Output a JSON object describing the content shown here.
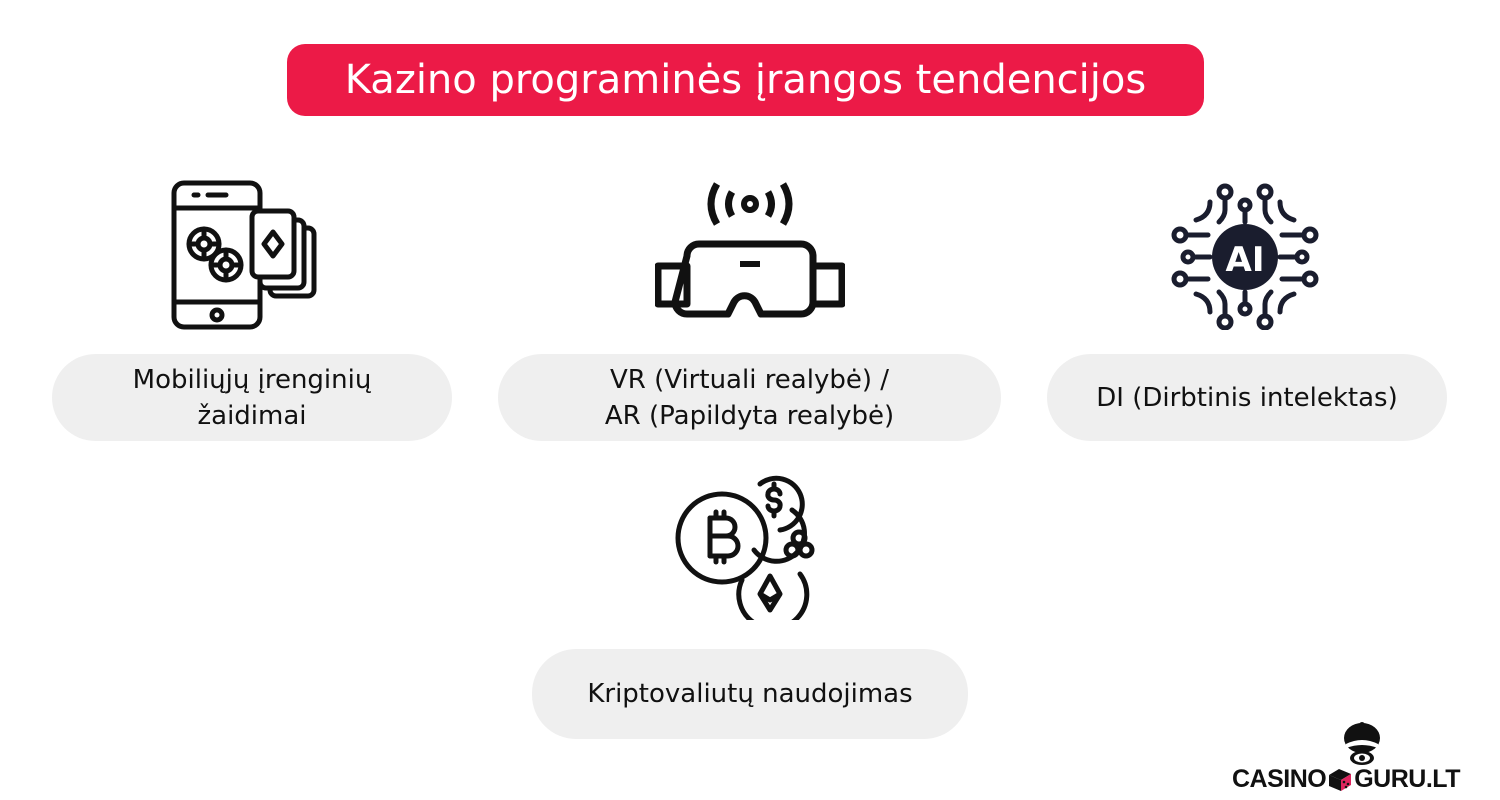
{
  "title": "Kazino programinės įrangos tendencijos",
  "colors": {
    "accent": "#ec1a47",
    "pill_background": "#efefef",
    "icon_stroke": "#111111",
    "ai_badge": "#1a1d2e",
    "dice": "#e0245e"
  },
  "trends": [
    {
      "icon": "mobile-casino-icon",
      "label": "Mobiliųjų įrenginių\nžaidimai"
    },
    {
      "icon": "vr-headset-icon",
      "label": "VR (Virtuali realybė) /\nAR (Papildyta realybė)"
    },
    {
      "icon": "ai-chip-icon",
      "icon_text": "AI",
      "label": "DI (Dirbtinis intelektas)"
    },
    {
      "icon": "crypto-coins-icon",
      "label": "Kriptovaliutų naudojimas"
    }
  ],
  "logo": {
    "left": "CASINO",
    "right": "GURU.LT"
  }
}
